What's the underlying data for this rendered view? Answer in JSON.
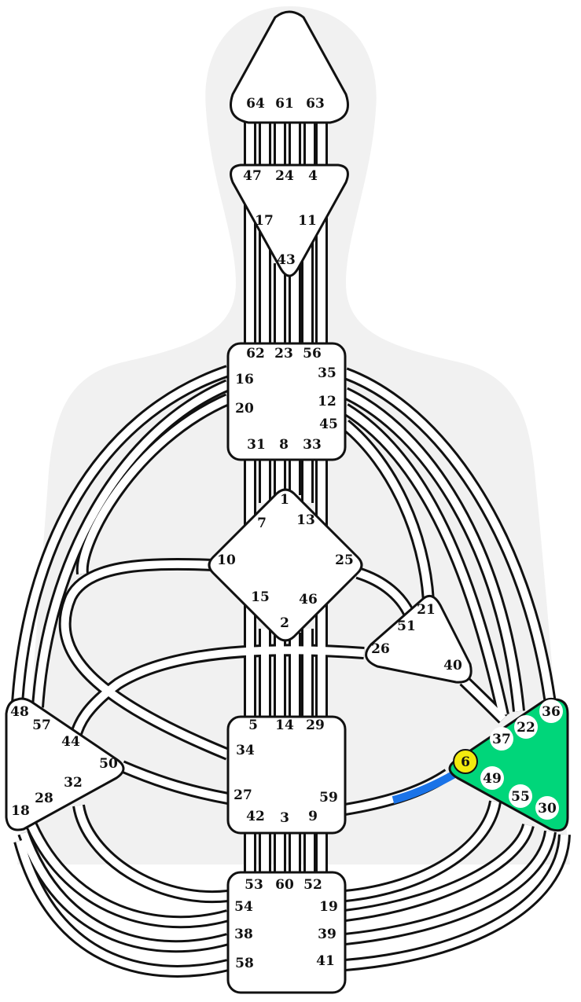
{
  "colors": {
    "silhouette": "#f1f1f1",
    "center_fill": "#ffffff",
    "center_stroke": "#111111",
    "channel_outline": "#111111",
    "channel_fill": "#ffffff",
    "spleen_defined": "#00d67a",
    "gate_highlight": "#f2ea0f",
    "channel_active": "#1a73e8",
    "gate_badge": "#ffffff"
  },
  "centers": [
    {
      "name": "head",
      "defined": false,
      "gates": [
        "64",
        "61",
        "63"
      ]
    },
    {
      "name": "ajna",
      "defined": false,
      "gates": [
        "47",
        "24",
        "4",
        "17",
        "11",
        "43"
      ]
    },
    {
      "name": "throat",
      "defined": false,
      "gates": [
        "62",
        "23",
        "56",
        "16",
        "35",
        "20",
        "12",
        "45",
        "31",
        "8",
        "33"
      ]
    },
    {
      "name": "g-center",
      "defined": false,
      "gates": [
        "1",
        "7",
        "13",
        "10",
        "25",
        "15",
        "46",
        "2"
      ]
    },
    {
      "name": "heart",
      "defined": false,
      "gates": [
        "21",
        "51",
        "26",
        "40"
      ]
    },
    {
      "name": "sacral",
      "defined": false,
      "gates": [
        "5",
        "14",
        "29",
        "34",
        "27",
        "59",
        "42",
        "3",
        "9"
      ]
    },
    {
      "name": "spleen",
      "defined": false,
      "gates": [
        "48",
        "57",
        "44",
        "50",
        "32",
        "28",
        "18"
      ]
    },
    {
      "name": "solar-plexus",
      "defined": true,
      "gates": [
        "36",
        "22",
        "37",
        "6",
        "49",
        "55",
        "30"
      ]
    },
    {
      "name": "root",
      "defined": false,
      "gates": [
        "53",
        "60",
        "52",
        "54",
        "19",
        "38",
        "39",
        "58",
        "41"
      ]
    }
  ],
  "active_gates": [
    "6"
  ],
  "active_channel": {
    "from": "59",
    "to": "6"
  }
}
